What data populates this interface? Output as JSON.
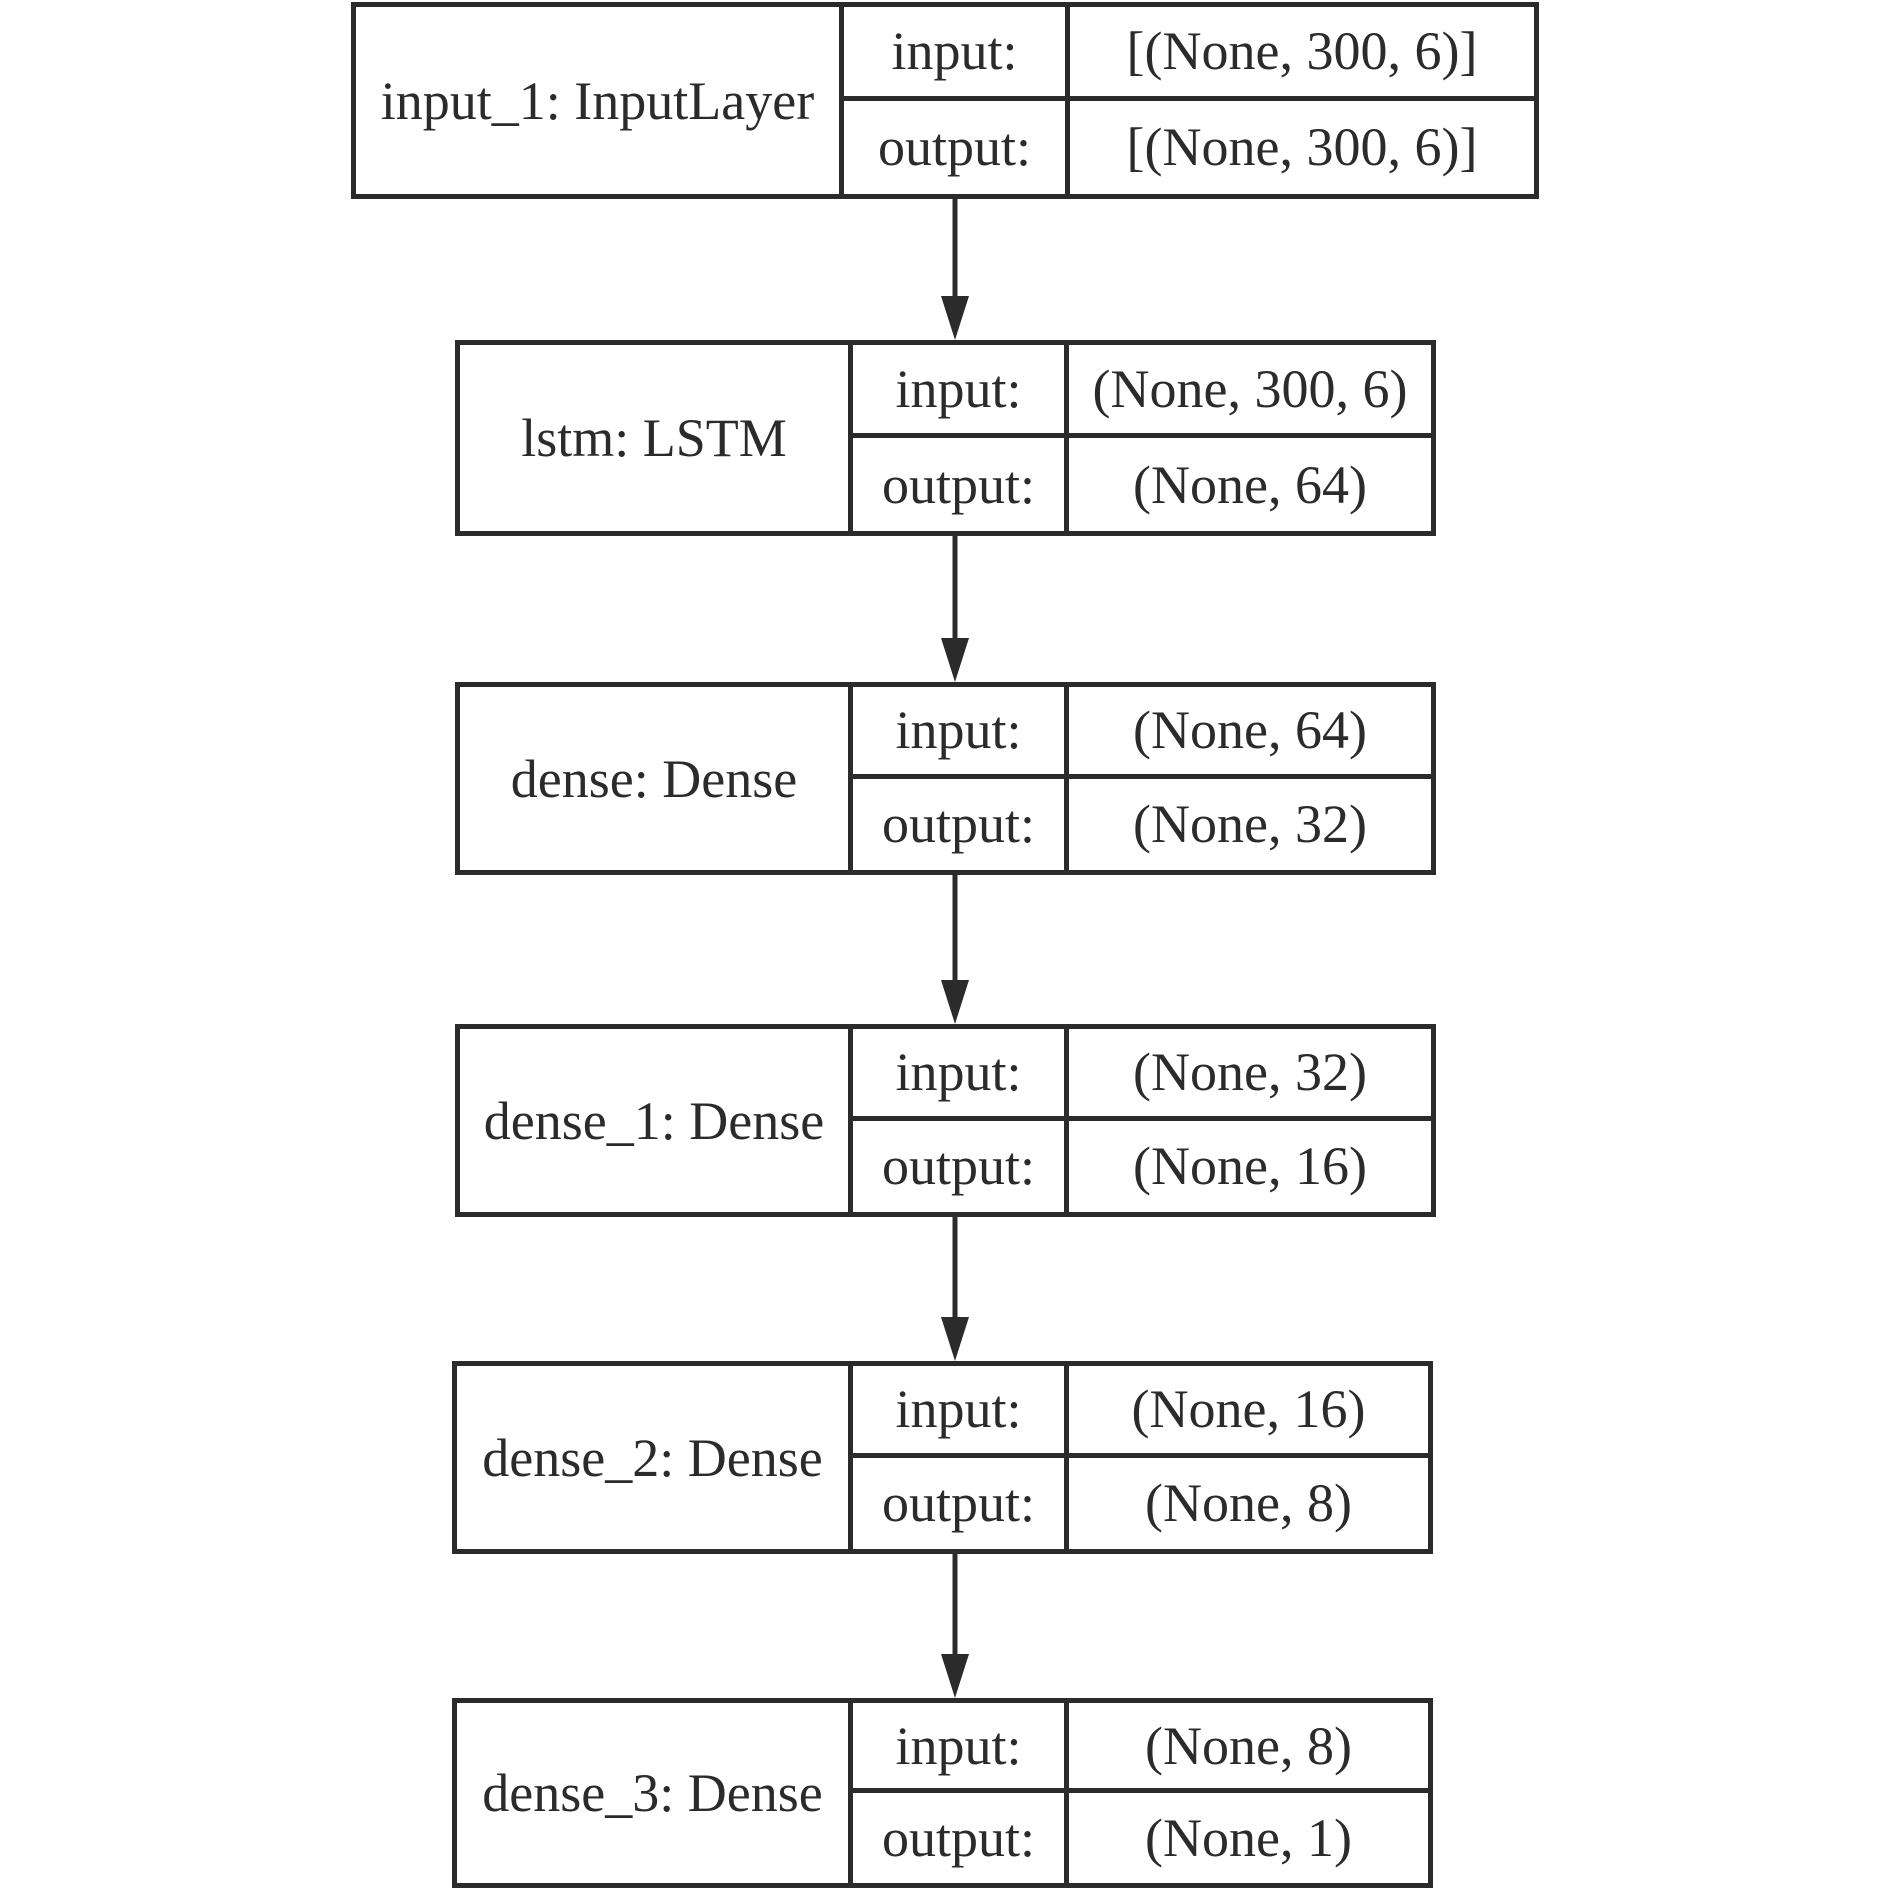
{
  "nodes": [
    {
      "name": "input_1: InputLayer",
      "input_label": "input:",
      "input_shape": "[(None, 300, 6)]",
      "output_label": "output:",
      "output_shape": "[(None, 300, 6)]"
    },
    {
      "name": "lstm: LSTM",
      "input_label": "input:",
      "input_shape": "(None, 300, 6)",
      "output_label": "output:",
      "output_shape": "(None, 64)"
    },
    {
      "name": "dense: Dense",
      "input_label": "input:",
      "input_shape": "(None, 64)",
      "output_label": "output:",
      "output_shape": "(None, 32)"
    },
    {
      "name": "dense_1: Dense",
      "input_label": "input:",
      "input_shape": "(None, 32)",
      "output_label": "output:",
      "output_shape": "(None, 16)"
    },
    {
      "name": "dense_2: Dense",
      "input_label": "input:",
      "input_shape": "(None, 16)",
      "output_label": "output:",
      "output_shape": "(None, 8)"
    },
    {
      "name": "dense_3: Dense",
      "input_label": "input:",
      "input_shape": "(None, 8)",
      "output_label": "output:",
      "output_shape": "(None, 1)"
    }
  ],
  "edges": [
    {
      "from": 0,
      "to": 1
    },
    {
      "from": 1,
      "to": 2
    },
    {
      "from": 2,
      "to": 3
    },
    {
      "from": 3,
      "to": 4
    },
    {
      "from": 4,
      "to": 5
    }
  ]
}
